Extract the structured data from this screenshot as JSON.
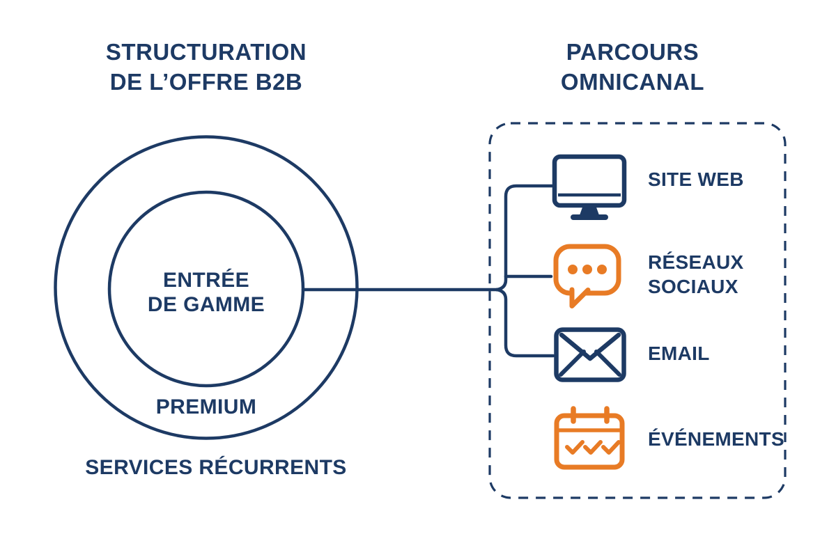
{
  "colors": {
    "navy": "#1d3a64",
    "orange": "#e87b25",
    "background": "#ffffff"
  },
  "left_section": {
    "title_line1": "STRUCTURATION",
    "title_line2": "DE L’OFFRE B2B",
    "inner_circle_label_line1": "ENTRÉE",
    "inner_circle_label_line2": "DE GAMME",
    "outer_ring_label": "PREMIUM",
    "caption": "SERVICES RÉCURRENTS"
  },
  "right_section": {
    "title_line1": "PARCOURS",
    "title_line2": "OMNICANAL",
    "items": [
      {
        "label": "SITE WEB",
        "icon": "monitor-icon",
        "accent": "#1d3a64"
      },
      {
        "label": "RÉSEAUX SOCIAUX",
        "icon": "speech-bubble-icon",
        "accent": "#e87b25"
      },
      {
        "label": "EMAIL",
        "icon": "envelope-icon",
        "accent": "#1d3a64"
      },
      {
        "label": "ÉVÉNEMENTS",
        "icon": "calendar-icon",
        "accent": "#e87b25"
      }
    ]
  }
}
